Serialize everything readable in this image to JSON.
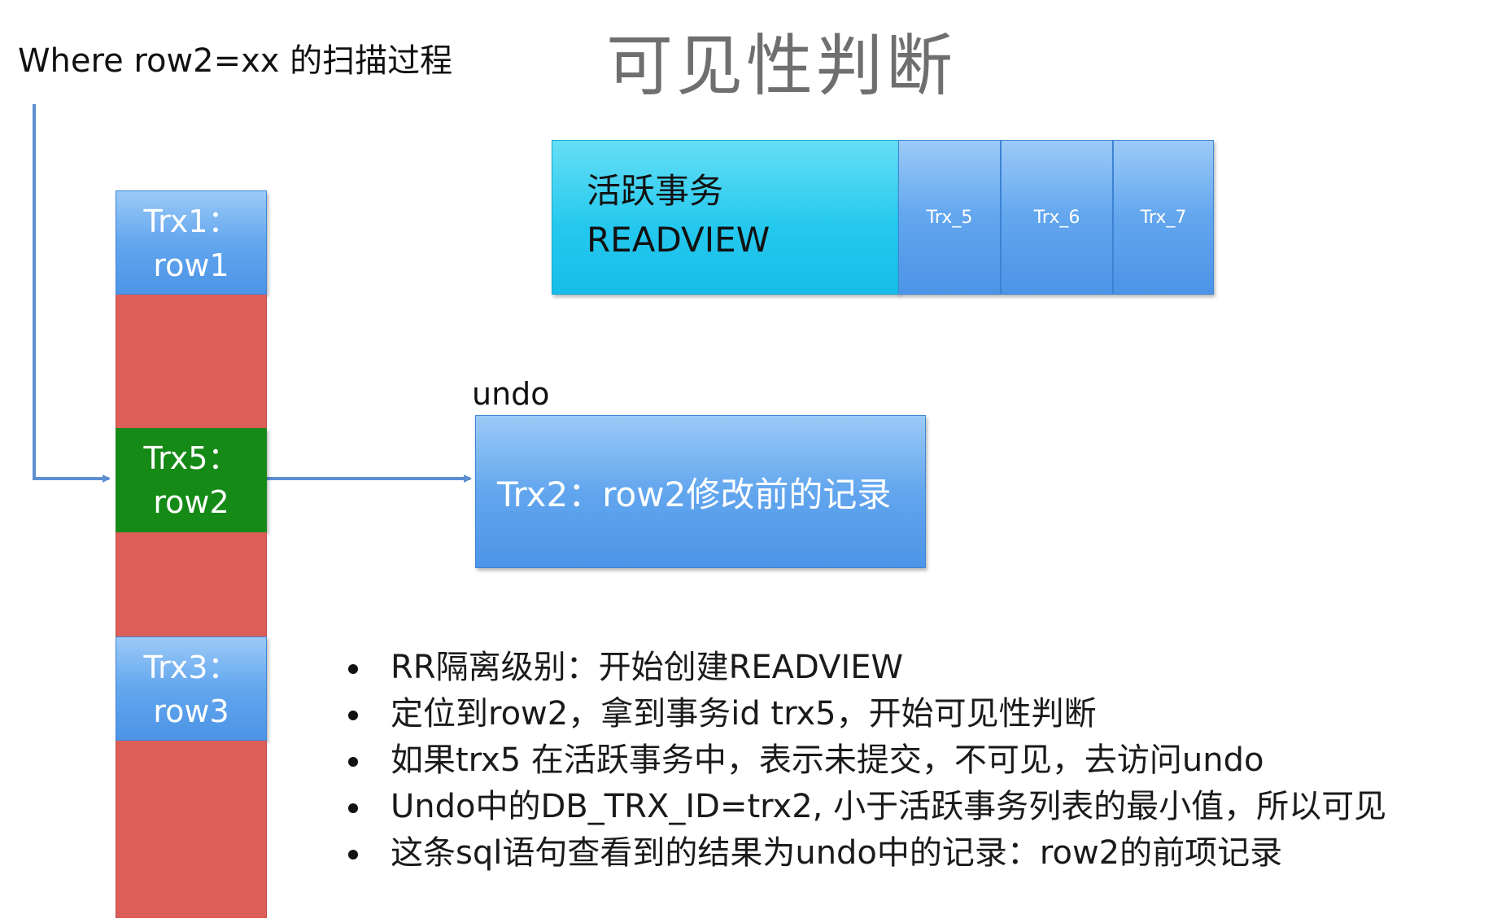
{
  "scan_label": "Where row2=xx 的扫描过程",
  "title": "可见性判断",
  "rows": [
    {
      "line1": "Trx1：",
      "line2": "row1"
    },
    {
      "line1": "Trx5：",
      "line2": "row2"
    },
    {
      "line1": "Trx3：",
      "line2": "row3"
    }
  ],
  "readview": {
    "line1": "活跃事务",
    "line2": "READVIEW",
    "trx": [
      "Trx_5",
      "Trx_6",
      "Trx_7"
    ]
  },
  "undo": {
    "label": "undo",
    "record": "Trx2：row2修改前的记录"
  },
  "bullets": [
    "RR隔离级别：开始创建READVIEW",
    "定位到row2，拿到事务id trx5，开始可见性判断",
    "如果trx5 在活跃事务中，表示未提交，不可见，去访问undo",
    "Undo中的DB_TRX_ID=trx2, 小于活跃事务列表的最小值，所以可见",
    "这条sql语句查看到的结果为undo中的记录：row2的前项记录"
  ],
  "colors": {
    "blue": "#5aa2ec",
    "cyan": "#25c9ee",
    "red": "#dc5e58",
    "green": "#168a16",
    "arrow": "#5b8fd0"
  }
}
